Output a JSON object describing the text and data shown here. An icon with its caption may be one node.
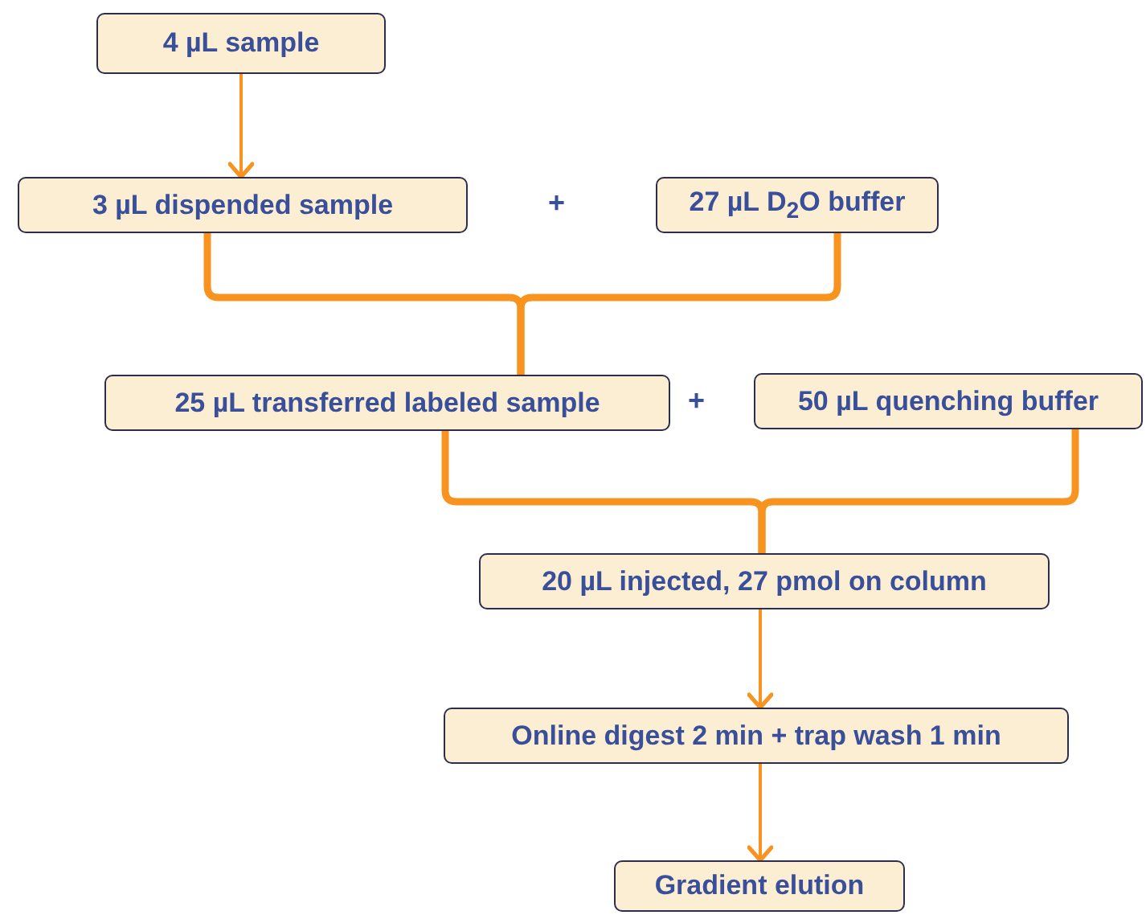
{
  "diagram": {
    "nodes": [
      {
        "text": [
          "4 µL sample"
        ]
      },
      {
        "text": [
          "3 µL dispended sample"
        ]
      },
      {
        "text": [
          "27 µL D$_{2}$O buffer"
        ]
      },
      {
        "text": [
          "25 µL transferred labeled sample"
        ]
      },
      {
        "text": [
          "50 µL quenching buffer"
        ]
      },
      {
        "text": [
          "20 µL injected, 27 pmol on column"
        ]
      },
      {
        "text": [
          "Online digest 2 min + trap wash 1 min"
        ]
      },
      {
        "text": [
          "Gradient elution"
        ]
      }
    ],
    "edges": [
      {
        "from": 0,
        "to": 1,
        "arrow": "to"
      },
      {
        "from": 1,
        "to": 3,
        "arrow": "none"
      },
      {
        "from": 2,
        "to": 3,
        "arrow": "none"
      },
      {
        "from": 3,
        "to": 5,
        "arrow": "none"
      },
      {
        "from": 4,
        "to": 5,
        "arrow": "none"
      },
      {
        "from": 5,
        "to": 6,
        "arrow": "to"
      },
      {
        "from": 6,
        "to": 7,
        "arrow": "to"
      }
    ],
    "labels": [
      "+",
      "+"
    ]
  }
}
